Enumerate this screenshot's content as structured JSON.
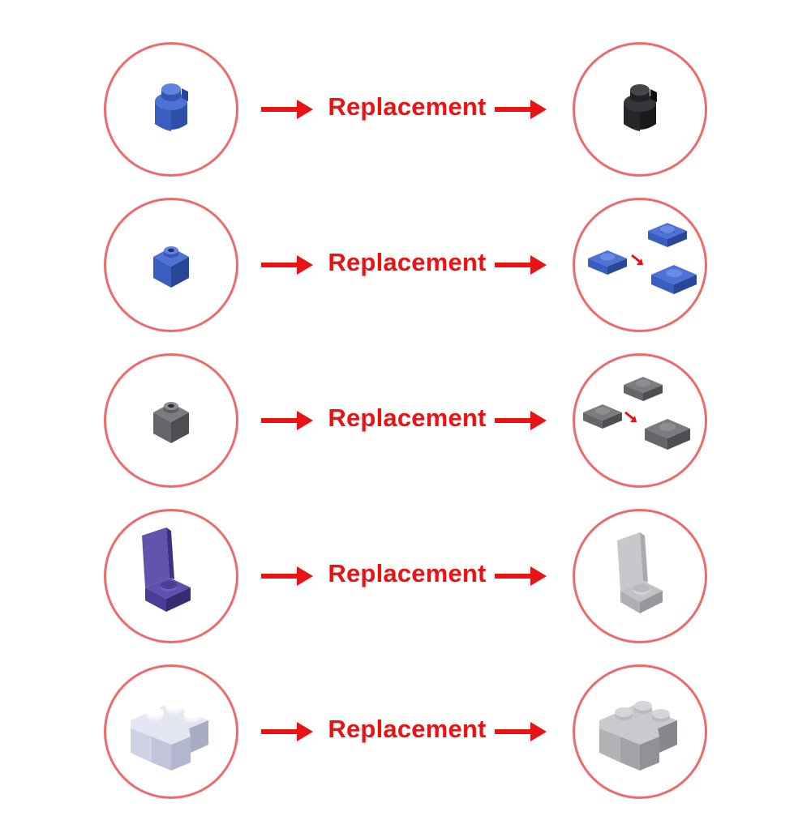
{
  "colors": {
    "circle_border": "#ee6a6a",
    "arrow": "#e81414",
    "label": "#e81414"
  },
  "rows": [
    {
      "label": "Replacement",
      "from_part": "blue-round-1x1-brick-icon",
      "to_part": "black-round-1x1-brick-icon"
    },
    {
      "label": "Replacement",
      "from_part": "blue-1x1-brick-icon",
      "to_part": "three-blue-plates-icon"
    },
    {
      "label": "Replacement",
      "from_part": "dark-gray-1x1-brick-icon",
      "to_part": "three-dark-gray-plates-icon"
    },
    {
      "label": "Replacement",
      "from_part": "purple-seat-icon",
      "to_part": "light-gray-seat-icon"
    },
    {
      "label": "Replacement",
      "from_part": "white-corner-plate-icon",
      "to_part": "light-gray-corner-plate-icon"
    }
  ]
}
